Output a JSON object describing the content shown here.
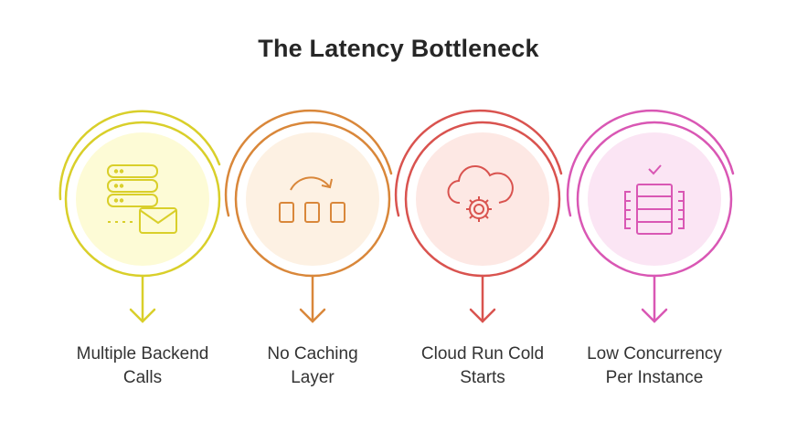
{
  "title": "The Latency Bottleneck",
  "steps": [
    {
      "lines": [
        "Multiple Backend",
        "Calls"
      ],
      "icon": "server-mail-icon",
      "color": "#d9cf2a",
      "fill": "#fdfbd6"
    },
    {
      "lines": [
        "No Caching",
        "Layer"
      ],
      "icon": "no-cache-icon",
      "color": "#d9873a",
      "fill": "#fdf1e3"
    },
    {
      "lines": [
        "Cloud Run Cold",
        "Starts"
      ],
      "icon": "cloud-gear-icon",
      "color": "#d9534f",
      "fill": "#fde8e4"
    },
    {
      "lines": [
        "Low Concurrency",
        "Per Instance"
      ],
      "icon": "instance-rack-icon",
      "color": "#d957b4",
      "fill": "#fbe5f4"
    }
  ]
}
